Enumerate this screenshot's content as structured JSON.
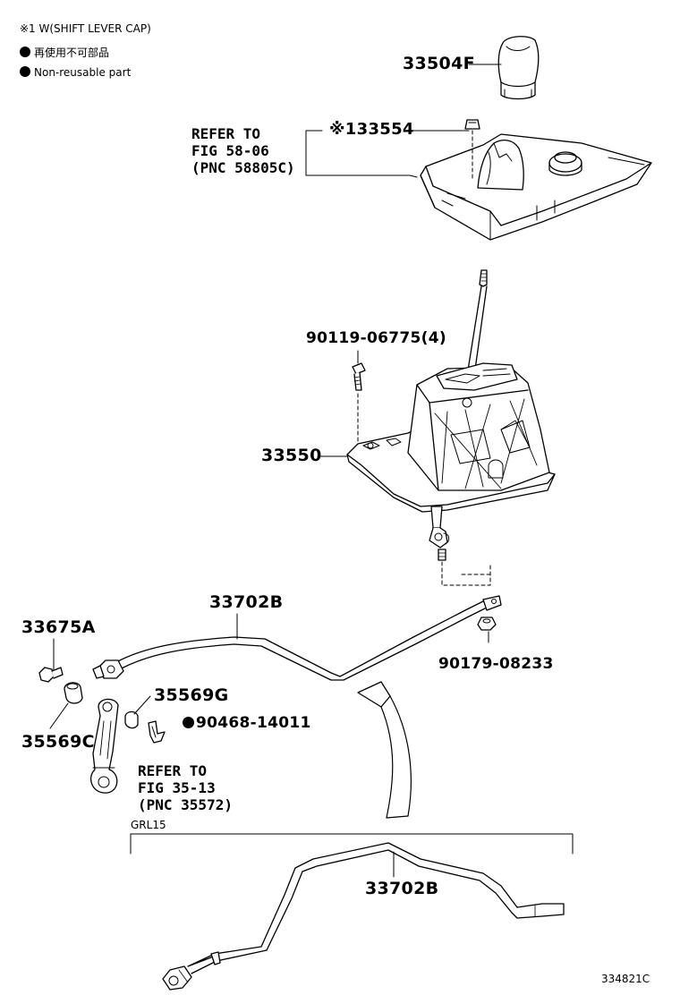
{
  "legend": {
    "shift_cap_note": "※1 W(SHIFT LEVER CAP)",
    "nonreusable_jp": "再使用不可部品",
    "nonreusable_en": "Non-reusable part"
  },
  "parts": {
    "knob": "33504F",
    "cap": "※133554",
    "bolt": "90119-06775(4)",
    "shift_assy": "33550",
    "cable_upper": "33702B",
    "nut": "90179-08233",
    "bolt_left": "33675A",
    "bushing_left": "35569C",
    "bushing_right": "35569G",
    "clip": "90468-14011",
    "cable_lower": "33702B"
  },
  "refers": {
    "ref1": "REFER TO\nFIG 58-06\n(PNC 58805C)",
    "ref2": "REFER TO\nFIG 35-13\n(PNC 35572)"
  },
  "variant_label": "GRL15",
  "figure_number": "334821C"
}
